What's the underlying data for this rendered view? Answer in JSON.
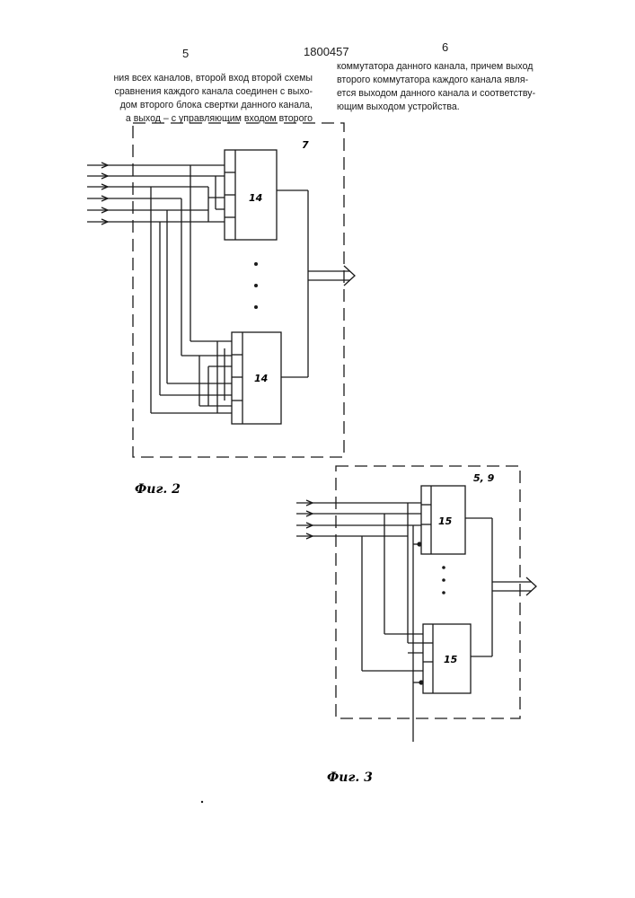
{
  "header": {
    "page_left": "5",
    "patent_number": "1800457",
    "page_right": "6"
  },
  "text_left": [
    "ния всех каналов, второй вход второй схемы",
    "сравнения каждого канала соединен с выхо-",
    "дом второго блока свертки данного канала,",
    "а выход – с управляющим входом второго"
  ],
  "text_right": [
    "коммутатора данного канала, причем выход",
    "второго коммутатора каждого канала явля-",
    "ется выходом данного канала и соответству-",
    "ющим выходом устройства."
  ],
  "figure2": {
    "caption": "Фиг. 2",
    "outer_label": "7",
    "block_top_label": "14",
    "block_bottom_label": "14"
  },
  "figure3": {
    "caption": "Фиг. 3",
    "outer_label": "5, 9",
    "block_top_label": "15",
    "block_bottom_label": "15"
  }
}
